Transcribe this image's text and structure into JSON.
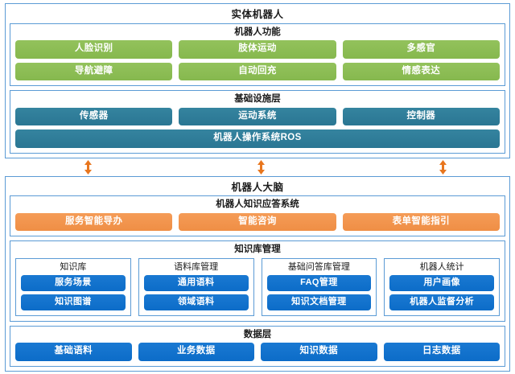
{
  "colors": {
    "border": "#5B9BD5",
    "green": "#8DBE55",
    "teal": "#2E7D9A",
    "orange": "#F2954E",
    "blue": "#1273CE",
    "arrow": "#E8761E",
    "background": "#FFFFFF"
  },
  "physical_robot": {
    "title": "实体机器人",
    "functions": {
      "title": "机器人功能",
      "row1": [
        "人脸识别",
        "肢体运动",
        "多感官"
      ],
      "row2": [
        "导航避障",
        "自动回充",
        "情感表达"
      ]
    },
    "infrastructure": {
      "title": "基础设施层",
      "row1": [
        "传感器",
        "运动系统",
        "控制器"
      ],
      "row2": [
        "机器人操作系统ROS"
      ]
    }
  },
  "connectors": {
    "icon": "double-arrow-vertical-icon",
    "count": 3
  },
  "robot_brain": {
    "title": "机器人大脑",
    "qa_system": {
      "title": "机器人知识应答系统",
      "items": [
        "服务智能导办",
        "智能咨询",
        "表单智能指引"
      ]
    },
    "knowledge_base": {
      "title": "知识库管理",
      "cards": [
        {
          "title": "知识库",
          "items": [
            "服务场景",
            "知识图谱"
          ]
        },
        {
          "title": "语料库管理",
          "items": [
            "通用语料",
            "领域语料"
          ]
        },
        {
          "title": "基础问答库管理",
          "items": [
            "FAQ管理",
            "知识文档管理"
          ]
        },
        {
          "title": "机器人统计",
          "items": [
            "用户画像",
            "机器人监督分析"
          ]
        }
      ]
    },
    "data_layer": {
      "title": "数据层",
      "items": [
        "基础语料",
        "业务数据",
        "知识数据",
        "日志数据"
      ]
    }
  }
}
